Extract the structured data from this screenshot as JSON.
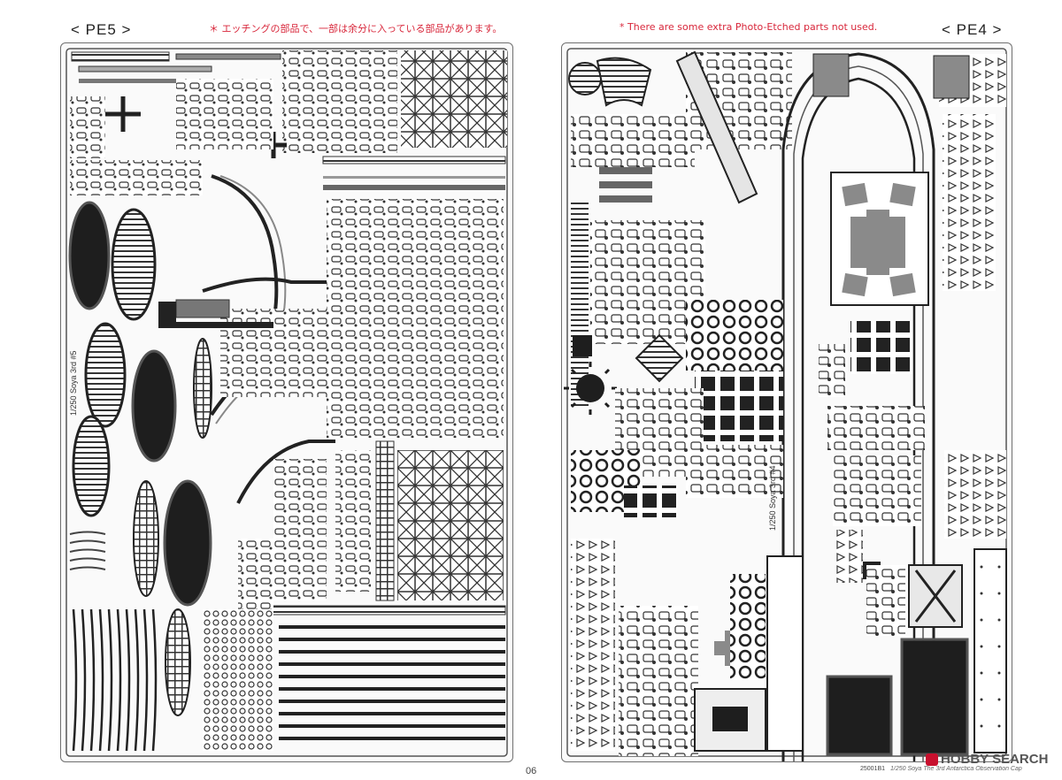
{
  "header": {
    "left_sheet_label": "< PE5 >",
    "right_sheet_label": "< PE4 >",
    "note_japanese": "＊ エッチングの部品で、一部は余分に入っている部品があります。",
    "note_english": "* There are some extra Photo-Etched parts not used."
  },
  "frets": {
    "pe5": {
      "sheet_text": "1/250 Soya 3rd #5"
    },
    "pe4": {
      "sheet_text": "1/250 Soya 3rd #4"
    }
  },
  "footer": {
    "page_number": "06",
    "catalog_code": "25001B1",
    "product_title": "1/250 Soya The 3rd Antarctica Observation Cap"
  },
  "watermark": {
    "text": "HOBBY SEARCH"
  },
  "colors": {
    "ink": "#222222",
    "note_red": "#d8263a",
    "etch_dark": "#1e1e1e",
    "etch_mid": "#8a8a8a",
    "watermark_red": "#c8102e"
  },
  "icons": {
    "watermark_logo": "hobby-search-logo-icon"
  }
}
